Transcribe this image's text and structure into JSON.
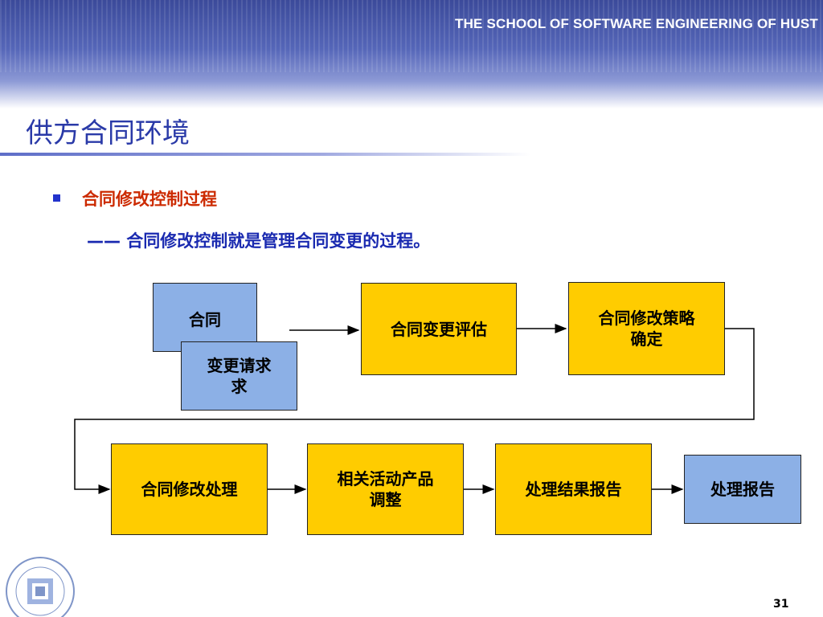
{
  "header": {
    "school_name": "THE SCHOOL OF SOFTWARE ENGINEERING OF HUST"
  },
  "slide": {
    "title": "供方合同环境",
    "bullet": "合同修改控制过程",
    "subtext": "——  合同修改控制就是管理合同变更的过程。",
    "page_number": "31"
  },
  "diagram": {
    "contract": "合同",
    "change_request": "变更请求\n求",
    "change_eval": "合同变更评估",
    "strategy": "合同修改策略\n确定",
    "processing": "合同修改处理",
    "adjust": "相关活动产品\n调整",
    "result_report": "处理结果报告",
    "report": "处理报告"
  },
  "colors": {
    "yellow": "#ffcc00",
    "blue": "#8cb0e6",
    "title": "#2a3aa8",
    "bullet": "#cc2a00",
    "subtext": "#1a2ab0"
  }
}
